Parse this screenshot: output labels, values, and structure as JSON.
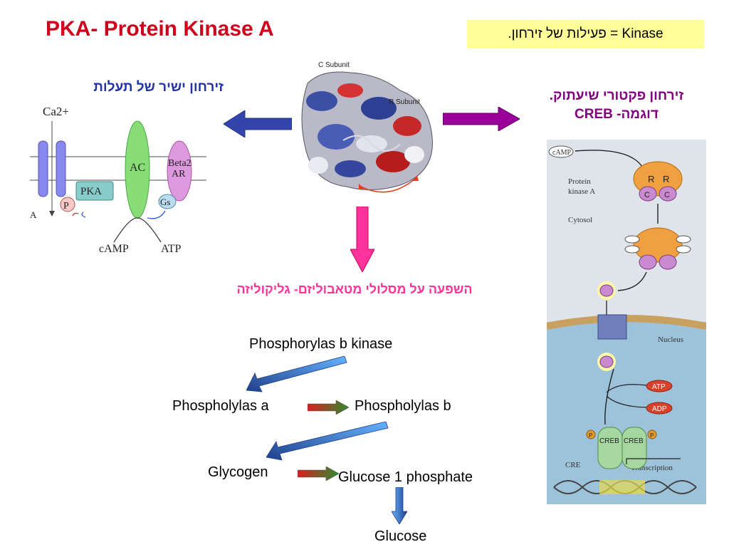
{
  "title": "PKA- Protein Kinase A",
  "kinase_note": "Kinase = פעילות של זירחון.",
  "left_heading": "זירחון ישיר של תעלות",
  "right_heading": {
    "line1": "זירחון פקטורי שיעתוק.",
    "line2": "דוגמה- CREB"
  },
  "middle_heading": "השפעה על מסלולי מטאבוליזם- גליקוליזה",
  "channel_diagram": {
    "ca_label": "Ca2+",
    "ac_label": "AC",
    "beta_label_1": "Beta2",
    "beta_label_2": "AR",
    "pka_label": "PKA",
    "p_label": "P",
    "gs_label": "Gs",
    "camp_label": "cAMP",
    "atp_label": "ATP",
    "edge_label": "A"
  },
  "structure": {
    "c_subunit": "C Subunit",
    "r_subunit": "R Subunit"
  },
  "creb_diagram": {
    "camp": "cAMP",
    "protein_kinase_1": "Protein",
    "protein_kinase_2": "kinase A",
    "cytosol": "Cytosol",
    "nucleus": "Nucleus",
    "r": "R",
    "c": "C",
    "atp": "ATP",
    "adp": "ADP",
    "creb": "CREB",
    "cre": "CRE",
    "transcription": "Transcription",
    "p": "P"
  },
  "pathway": {
    "phosphorylase_kinase": "Phosphorylas b kinase",
    "phosphorylase_a": "Phospholylas a",
    "phosphorylase_b": "Phospholylas b",
    "glycogen": "Glycogen",
    "glucose_1_phosphate": "Glucose 1 phosphate",
    "glucose": "Glucose"
  },
  "colors": {
    "title": "#d0021b",
    "kinase_box": "#ffff99",
    "left_heading": "#2233aa",
    "right_heading": "#800080",
    "middle_heading": "#ff3399",
    "arrow_left": "#3344aa",
    "arrow_right": "#990099",
    "arrow_down": "#ff3399"
  }
}
